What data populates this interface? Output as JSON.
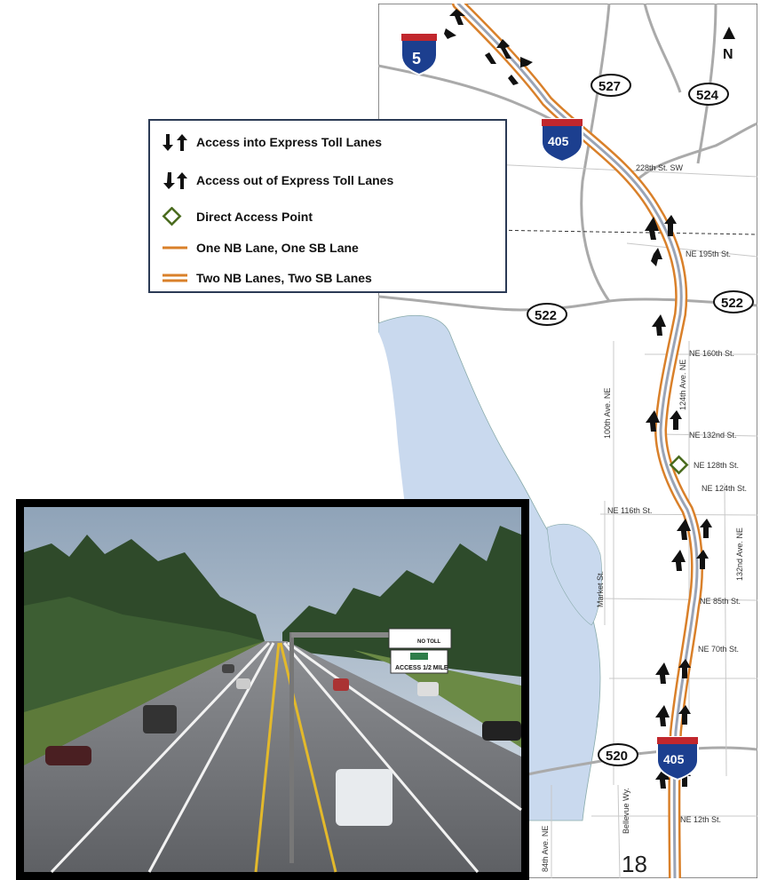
{
  "legend": {
    "items": [
      {
        "label": "Access into Express Toll Lanes"
      },
      {
        "label": "Access out of Express Toll Lanes"
      },
      {
        "label": "Direct Access Point"
      },
      {
        "label": "One NB Lane, One SB Lane"
      },
      {
        "label": "Two NB Lanes, Two SB Lanes"
      }
    ]
  },
  "map": {
    "north_label": "N",
    "shields": {
      "i5": "5",
      "i405_top": "405",
      "i405_bottom": "405"
    },
    "routes": {
      "r527": "527",
      "r524": "524",
      "r522_left": "522",
      "r522_right": "522",
      "r520": "520"
    },
    "streets": {
      "s228": "228th St. SW",
      "ne195": "NE 195th St.",
      "ne160": "NE 160th St.",
      "ne132": "NE 132nd St.",
      "ne128": "NE 128th St.",
      "ne124": "NE 124th St.",
      "ne116": "NE 116th St.",
      "ne85": "NE 85th St.",
      "ne70": "NE 70th St.",
      "ne12": "NE 12th St.",
      "ave100": "100th Ave. NE",
      "ave124": "124th Ave. NE",
      "market": "Market St.",
      "ave132": "132nd Ave. NE",
      "ave84": "84th Ave. NE",
      "bellevue": "Bellevue Wy."
    },
    "colors": {
      "lane": "#d9802a",
      "water": "#c9d9ee",
      "road": "#aaaaaa",
      "direct_access": "#4a6b1e"
    }
  },
  "photo": {
    "sign_access": "ACCESS 1/2 MILE",
    "sign_notoll": "NO TOLL"
  },
  "page_number": "18"
}
